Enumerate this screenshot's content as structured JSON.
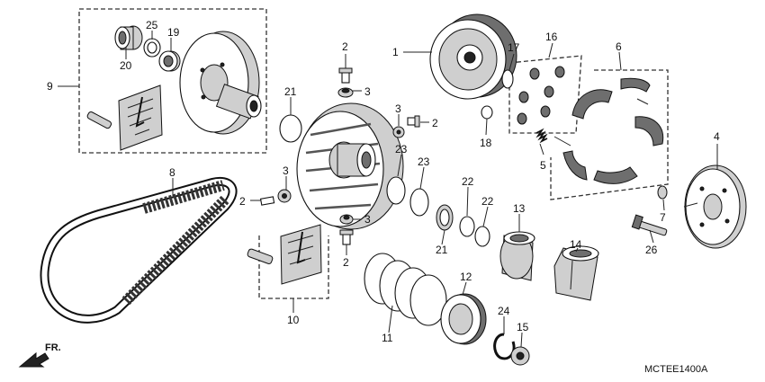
{
  "diagram": {
    "code": "MCTEE1400A",
    "front_label": "FR.",
    "callouts": {
      "c1": "1",
      "c2a": "2",
      "c2b": "2",
      "c2c": "2",
      "c2d": "2",
      "c3a": "3",
      "c3b": "3",
      "c3c": "3",
      "c3d": "3",
      "c4": "4",
      "c5": "5",
      "c6": "6",
      "c7": "7",
      "c8": "8",
      "c9": "9",
      "c10": "10",
      "c11": "11",
      "c12": "12",
      "c13": "13",
      "c14": "14",
      "c15": "15",
      "c16": "16",
      "c17": "17",
      "c18": "18",
      "c19": "19",
      "c20": "20",
      "c21a": "21",
      "c21b": "21",
      "c22a": "22",
      "c22b": "22",
      "c23a": "23",
      "c23b": "23",
      "c24": "24",
      "c25": "25",
      "c26": "26"
    }
  }
}
